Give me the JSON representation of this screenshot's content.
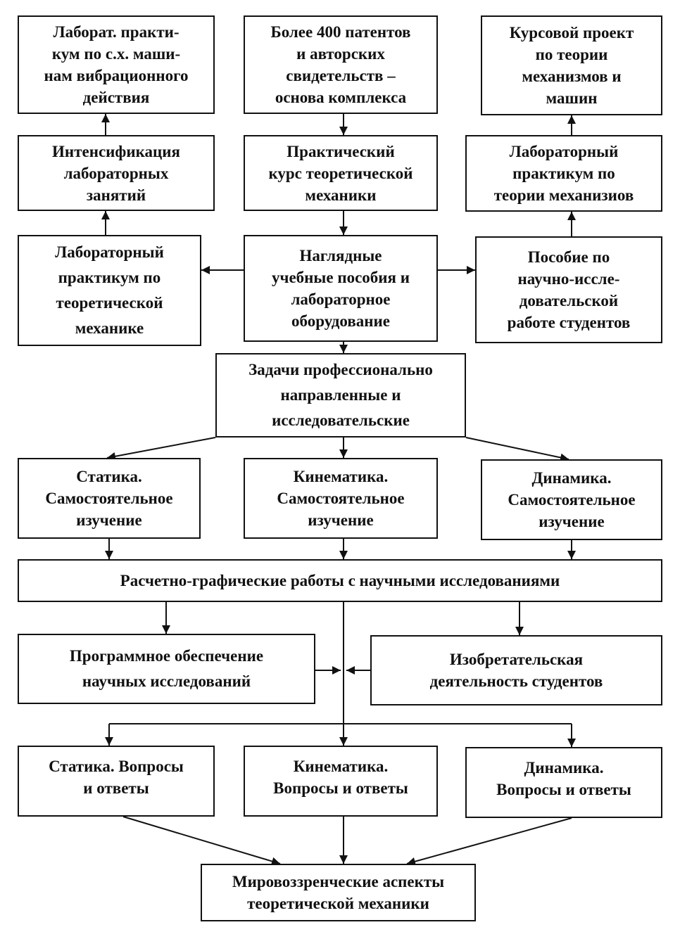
{
  "nodes": {
    "lab_vibration": "Лаборат.  практи-\nкум по с.х. маши-\nнам вибрационного\nдействия",
    "patents": "Более 400 патентов\nи авторских\nсвидетельств –\nоснова комплекса",
    "course_project": "Курсовой проект\nпо теории\nмеханизмов и\nмашин",
    "intensification": "Интенсификация\nлабораторных\nзанятий",
    "practical_course": "Практический\nкурс теоретической\nмеханики",
    "lab_tmm": "Лабораторный\nпрактикум по\nтеории механизиов",
    "lab_theor_mech": "Лабораторный\nпрактикум по\nтеоретической\nмеханике",
    "visual_aids": "Наглядные\nучебные пособия и\nлабораторное\nоборудование",
    "research_guide": "Пособие по\nнаучно-иссле-\nдовательской\nработе студентов",
    "tasks": "Задачи профессионально\nнаправленные и\nисследовательские",
    "statics_self": "Статика.\nСамостоятельное\nизучение",
    "kinematics_self": "Кинематика.\nСамостоятельное\nизучение",
    "dynamics_self": "Динамика.\nСамостоятельное\nизучение",
    "calc_graphic": "Расчетно-графические работы с научными исследованиями",
    "software": "Программное обеспечение\nнаучных исследований",
    "inventive": "Изобретательская\nдеятельность студентов",
    "statics_qa": "Статика. Вопросы\nи ответы",
    "kinematics_qa": "Кинематика.\nВопросы и ответы",
    "dynamics_qa": "Динамика.\nВопросы и ответы",
    "worldview": "Мировоззренческие аспекты\nтеоретической механики"
  }
}
